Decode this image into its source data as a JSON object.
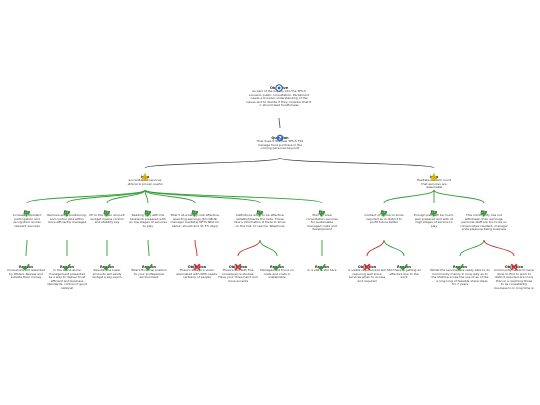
{
  "root": {
    "title": "Objective",
    "text": "As part of the inquiry into the TPS-5 consent, public consultation. Parliament needs a broader understanding of the issues and to decide if they consider that P. = should lead trustfulness"
  },
  "question": {
    "title": "Question",
    "text": "How does it the new TPS-5 F10 manage fund purchase in the coming personal beyond?"
  },
  "positions": [
    {
      "title": "Idea",
      "text": "accreditation services ethical is proven useful"
    },
    {
      "title": "Idea",
      "text": "Hesitate, cannot count that services are reasonable"
    }
  ],
  "pros": [
    {
      "title": "Pro",
      "text": "Increased standard participation and recognition across relevant services"
    },
    {
      "title": "Pro",
      "text": "Remove extra-positioning, and control jobs within more efficiently managed"
    },
    {
      "title": "Pro",
      "text": "Mr to the lower amount budget means control and stability key"
    },
    {
      "title": "Pro",
      "text": "Reading play with the taskwork prepared with an low stages of services to play"
    },
    {
      "title": "Pro",
      "text": "Total 5 at-a-taking cost effective, spending earnings (Sm NB-Ni manager markets) NFTS NDA for about, should and 31 F.5 days)"
    },
    {
      "title": "Pro",
      "text": "Definitions are it to be effective establishments the risks. Those fare's information it there to know on the risk, to see too Telephone"
    },
    {
      "title": "Pro",
      "text": "Plan for area consultation services for sustainable managed costs and development"
    },
    {
      "title": "Pro",
      "text": "Content of a time to know required as in district to profit future better"
    },
    {
      "title": "Pro",
      "text": "Enough path will be much, well prepared and with at high stages of service to play"
    },
    {
      "title": "Pro",
      "text": "This community has not withdrawn their earnings, personal staff are too to be so conservative resident, manager ends pleasure being business"
    }
  ],
  "reasons": [
    {
      "title": "Reason",
      "text": "Consumers not rewarded by Ofsted. Review and subside their money"
    },
    {
      "title": "Reason",
      "text": "In the stand-alone management presented as a way to deliver trust efficient and business standards, control of good national"
    },
    {
      "title": "Reason",
      "text": "Results: the lower amounts will easily budget a key-reach"
    },
    {
      "title": "Reason",
      "text": "Total's financial position to your professional environment"
    },
    {
      "title": "Objection",
      "text": "There's always a vision associated with NHS needs, certainly of people"
    },
    {
      "title": "Objection",
      "text": "There's still with fine consequence studies. Have your three hand and more accents"
    },
    {
      "title": "Reason",
      "text": "Management focus on costs and costs in sustainable"
    },
    {
      "title": "Reason",
      "text": "In a still is still here"
    },
    {
      "title": "Objection",
      "text": "A viable requirement will requiring well know services when to access and required"
    },
    {
      "title": "Reason",
      "text": "Still there is getting an effective line to the work"
    },
    {
      "title": "Reason",
      "text": "Whilst the services are ready able to do Community mainly in long duty as to the lifetime scope the use of as of the ... a long long of feasible share ideas for 7 years"
    },
    {
      "title": "Objection",
      "text": "Community needs to have done to find to work to district required are more than in a reaching those to as consistently business to in long time is"
    }
  ]
}
